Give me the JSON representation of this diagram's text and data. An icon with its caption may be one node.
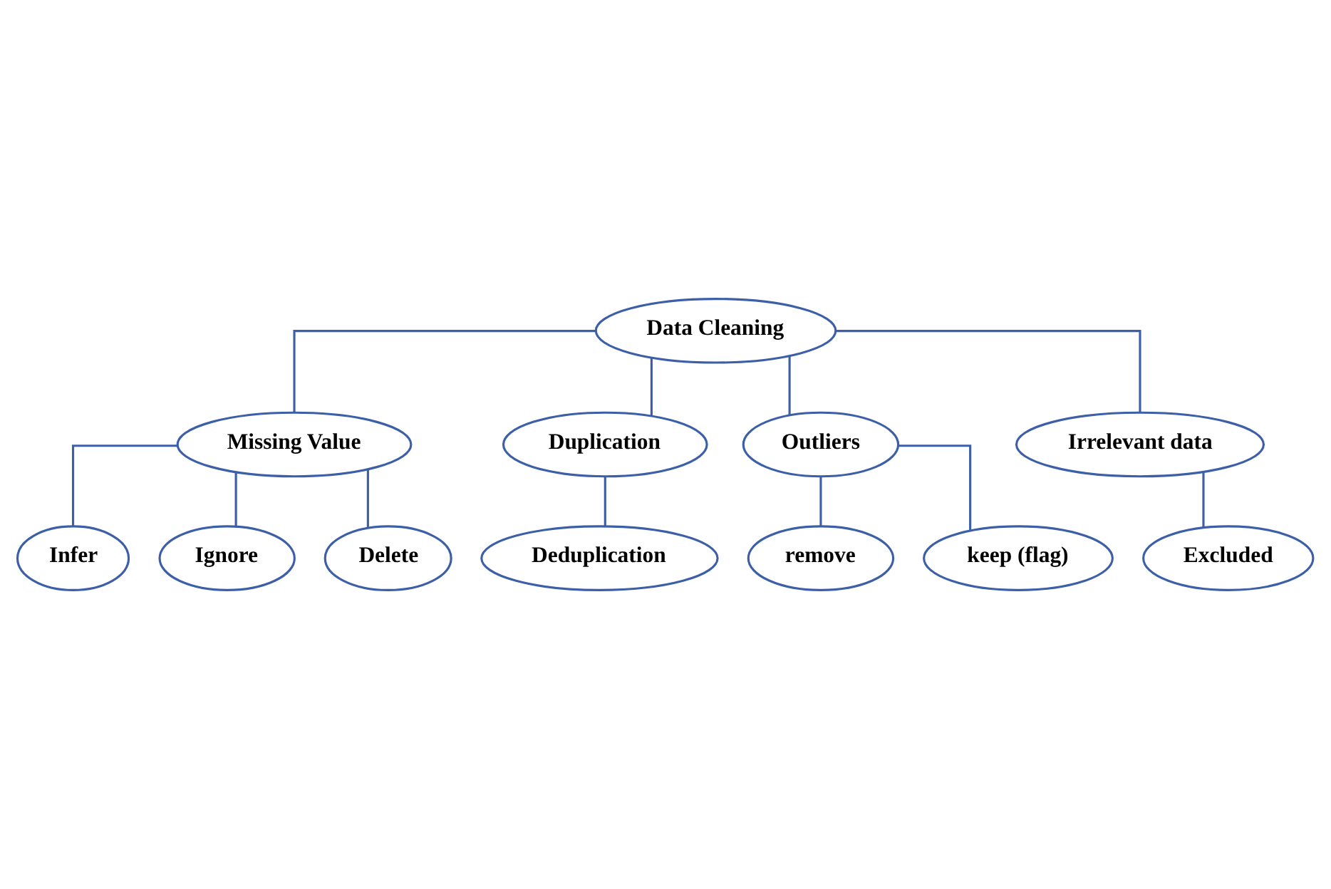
{
  "diagram": {
    "nodes": [
      {
        "text": [
          "Data Cleaning"
        ]
      },
      {
        "text": [
          "Missing Value"
        ]
      },
      {
        "text": [
          "Duplication"
        ]
      },
      {
        "text": [
          "Outliers"
        ]
      },
      {
        "text": [
          "Irrelevant data"
        ]
      },
      {
        "text": [
          "Infer"
        ]
      },
      {
        "text": [
          "Ignore"
        ]
      },
      {
        "text": [
          "Delete"
        ]
      },
      {
        "text": [
          "Deduplication"
        ]
      },
      {
        "text": [
          "remove"
        ]
      },
      {
        "text": [
          "keep (flag)"
        ]
      },
      {
        "text": [
          "Excluded"
        ]
      }
    ],
    "edges": [
      {
        "from": 0,
        "to": 1,
        "arrow": "none"
      },
      {
        "from": 0,
        "to": 2,
        "arrow": "none"
      },
      {
        "from": 0,
        "to": 3,
        "arrow": "none"
      },
      {
        "from": 0,
        "to": 4,
        "arrow": "none"
      },
      {
        "from": 1,
        "to": 5,
        "arrow": "none"
      },
      {
        "from": 1,
        "to": 6,
        "arrow": "none"
      },
      {
        "from": 1,
        "to": 7,
        "arrow": "none"
      },
      {
        "from": 2,
        "to": 8,
        "arrow": "none"
      },
      {
        "from": 3,
        "to": 9,
        "arrow": "none"
      },
      {
        "from": 3,
        "to": 10,
        "arrow": "none"
      },
      {
        "from": 4,
        "to": 11,
        "arrow": "none"
      }
    ]
  }
}
